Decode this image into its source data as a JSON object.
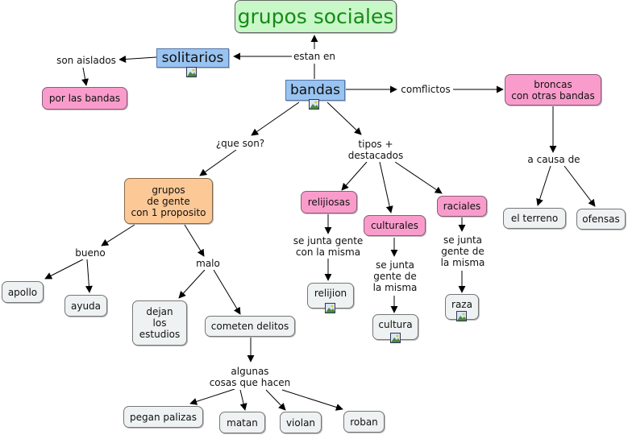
{
  "concepts": {
    "grupos_sociales": "grupos sociales",
    "solitarios": "solitarios",
    "bandas": "bandas",
    "por_las_bandas": "por las bandas",
    "broncas": "broncas\ncon otras bandas",
    "grupos_gente": "grupos\nde gente\ncon 1 proposito",
    "relijiosas": "relijiosas",
    "culturales": "culturales",
    "raciales": "raciales",
    "el_terreno": "el terreno",
    "ofensas": "ofensas",
    "apollo": "apollo",
    "ayuda": "ayuda",
    "dejan_estudios": "dejan\nlos\nestudios",
    "cometen_delitos": "cometen delitos",
    "relijion": "relijion",
    "cultura": "cultura",
    "raza": "raza",
    "pegan_palizas": "pegan palizas",
    "matan": "matan",
    "violan": "violan",
    "roban": "roban"
  },
  "links": {
    "estan_en": "estan en",
    "son_aislados": "son aislados",
    "comflictos": "comflictos",
    "que_son": "¿que son?",
    "tipos_destacados": "tipos +\ndestacados",
    "a_causa_de": "a causa de",
    "bueno": "bueno",
    "malo": "malo",
    "se_junta_1": "se junta gente\ncon la misma",
    "se_junta_2": "se junta\ngente de\nla misma",
    "se_junta_3": "se junta\ngente de\nla misma",
    "algunas_cosas": "algunas\ncosas que hacen"
  },
  "colors": {
    "root_fill": "#c8f7c8",
    "root_text": "#168a16",
    "main_fill": "#99c3f0",
    "category_fill": "#f99ccc",
    "definition_fill": "#fcc895",
    "leaf_fill": "#eef2f2",
    "line": "#000000"
  },
  "icons": [
    "image-attachment-icon"
  ]
}
